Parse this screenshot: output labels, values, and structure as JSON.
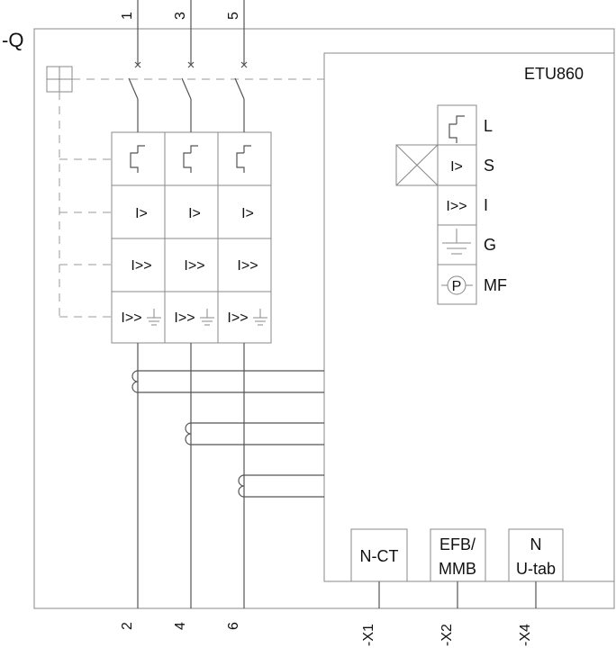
{
  "device_label": "-Q",
  "trip_unit": "ETU860",
  "poles": [
    {
      "top": "1",
      "bottom": "2"
    },
    {
      "top": "3",
      "bottom": "4"
    },
    {
      "top": "5",
      "bottom": "6"
    }
  ],
  "pole_rows": {
    "overload": "I>",
    "short": "I>>",
    "ground": "I>>"
  },
  "etu_functions": [
    {
      "symbol": "",
      "label": "L"
    },
    {
      "symbol": "I>",
      "label": "S"
    },
    {
      "symbol": "I>>",
      "label": "I"
    },
    {
      "symbol": "",
      "label": "G"
    },
    {
      "symbol": "P",
      "label": "MF"
    }
  ],
  "terminals": [
    {
      "line1": "N-CT",
      "line2": "",
      "port": "-X1"
    },
    {
      "line1": "EFB/",
      "line2": "MMB",
      "port": "-X2"
    },
    {
      "line1": "N",
      "line2": "U-tab",
      "port": "-X4"
    }
  ]
}
